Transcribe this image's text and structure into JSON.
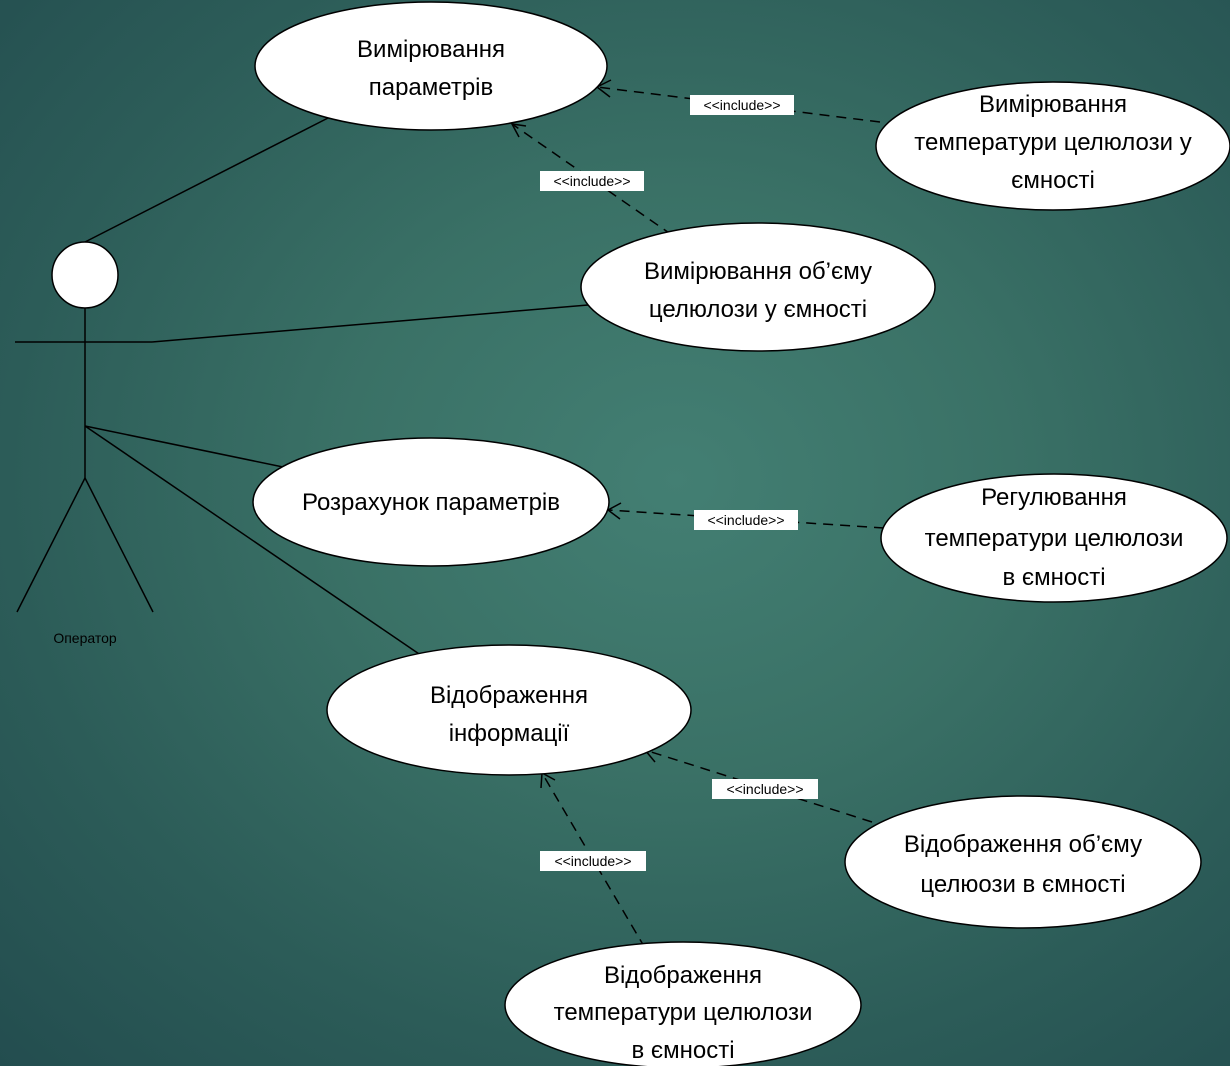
{
  "actor": {
    "name": "Оператор"
  },
  "stereotype": "<<include>>",
  "use_cases": {
    "measure_params": [
      "Вимірювання",
      "параметрів"
    ],
    "measure_temp": [
      "Вимірювання",
      "температури целюлози у",
      "ємності"
    ],
    "measure_volume": [
      "Вимірювання об’єму",
      "целюлози  у ємності"
    ],
    "calc_params": [
      "Розрахунок параметрів"
    ],
    "regulate_temp": [
      "Регулювання",
      "температури целюлози",
      "в ємності"
    ],
    "display_info": [
      "Відображення",
      "інформації"
    ],
    "display_volume": [
      "Відображення об’єму",
      "целюози в ємності"
    ],
    "display_temp": [
      "Відображення",
      "температури целюлози",
      "в ємності"
    ]
  }
}
